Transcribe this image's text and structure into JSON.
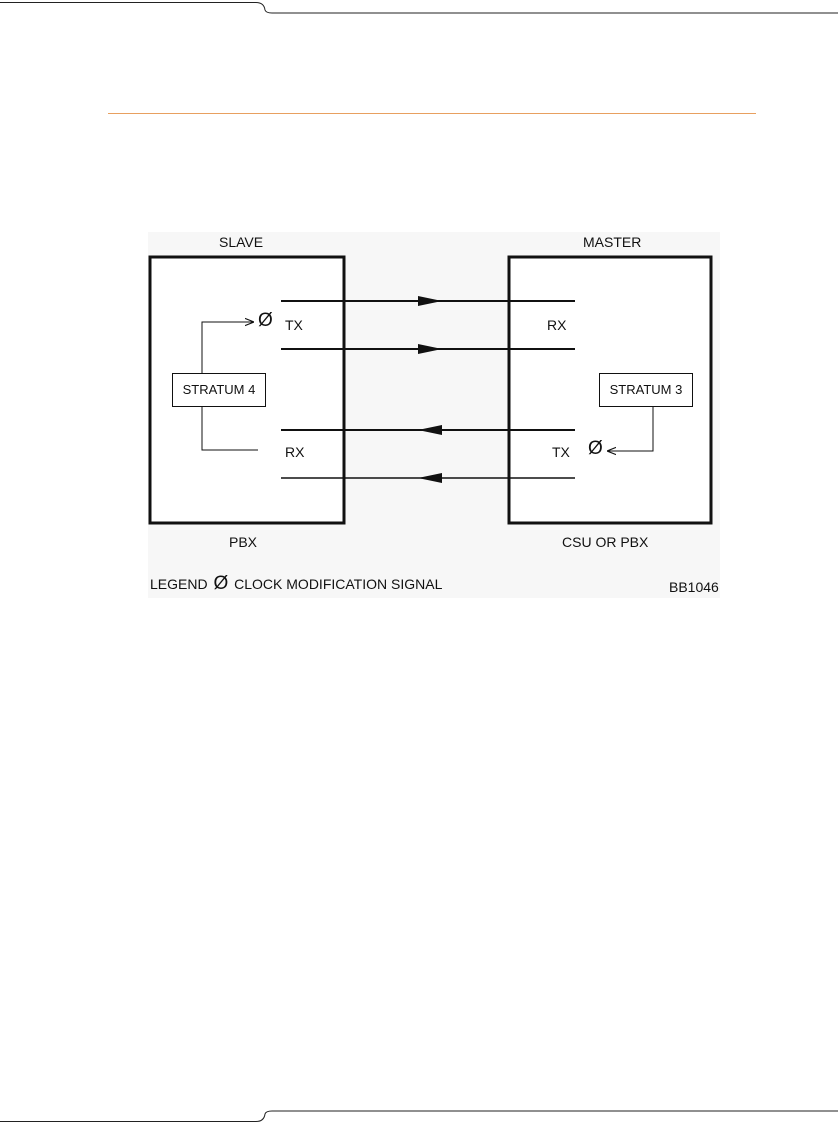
{
  "figure": {
    "slave_label": "SLAVE",
    "master_label": "MASTER",
    "slave_device": "PBX",
    "master_device": "CSU OR PBX",
    "slave_clock": "STRATUM 4",
    "master_clock": "STRATUM 3",
    "slave_tx": "TX",
    "slave_rx": "RX",
    "master_rx": "RX",
    "master_tx": "TX",
    "legend_prefix": "LEGEND",
    "legend_symbol": "Ø",
    "legend_text": "CLOCK MODIFICATION SIGNAL",
    "figure_id": "BB1046"
  },
  "colors": {
    "rule": "#e8a060",
    "ink": "#111111",
    "diagram_bg": "#f7f7f7"
  }
}
